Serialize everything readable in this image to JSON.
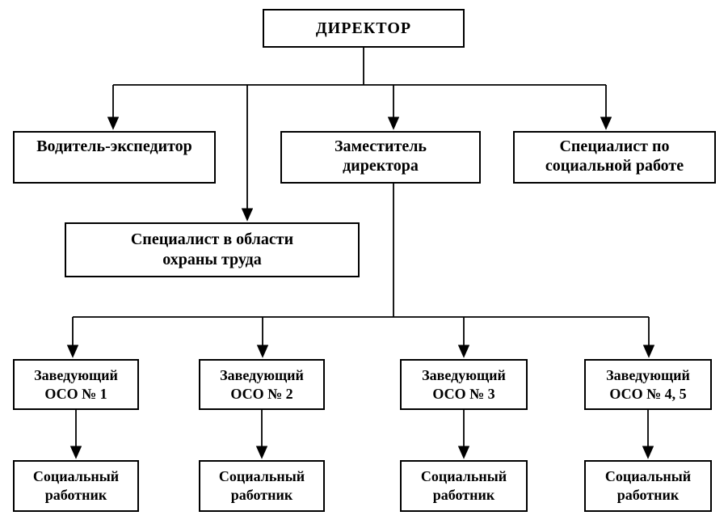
{
  "diagram": {
    "type": "org-chart",
    "nodes": [
      {
        "id": "director",
        "label": "ДИРЕКТОР"
      },
      {
        "id": "driver-forwarder",
        "label": "Водитель-экспедитор"
      },
      {
        "id": "deputy-director",
        "label": "Заместитель\nдиректора"
      },
      {
        "id": "social-work-specialist",
        "label": "Специалист по\nсоциальной работе"
      },
      {
        "id": "labor-safety-specialist",
        "label": "Специалист в области\nохраны труда"
      },
      {
        "id": "head-oso-1",
        "label": "Заведующий\nОСО № 1"
      },
      {
        "id": "head-oso-2",
        "label": "Заведующий\nОСО № 2"
      },
      {
        "id": "head-oso-3",
        "label": "Заведующий\nОСО № 3"
      },
      {
        "id": "head-oso-4-5",
        "label": "Заведующий\nОСО № 4, 5"
      },
      {
        "id": "social-worker-1",
        "label": "Социальный\nработник"
      },
      {
        "id": "social-worker-2",
        "label": "Социальный\nработник"
      },
      {
        "id": "social-worker-3",
        "label": "Социальный\nработник"
      },
      {
        "id": "social-worker-4",
        "label": "Социальный\nработник"
      }
    ],
    "colors": {
      "line": "#000000",
      "box_border": "#000000",
      "box_fill": "#ffffff",
      "text": "#000000",
      "background": "#ffffff"
    }
  }
}
